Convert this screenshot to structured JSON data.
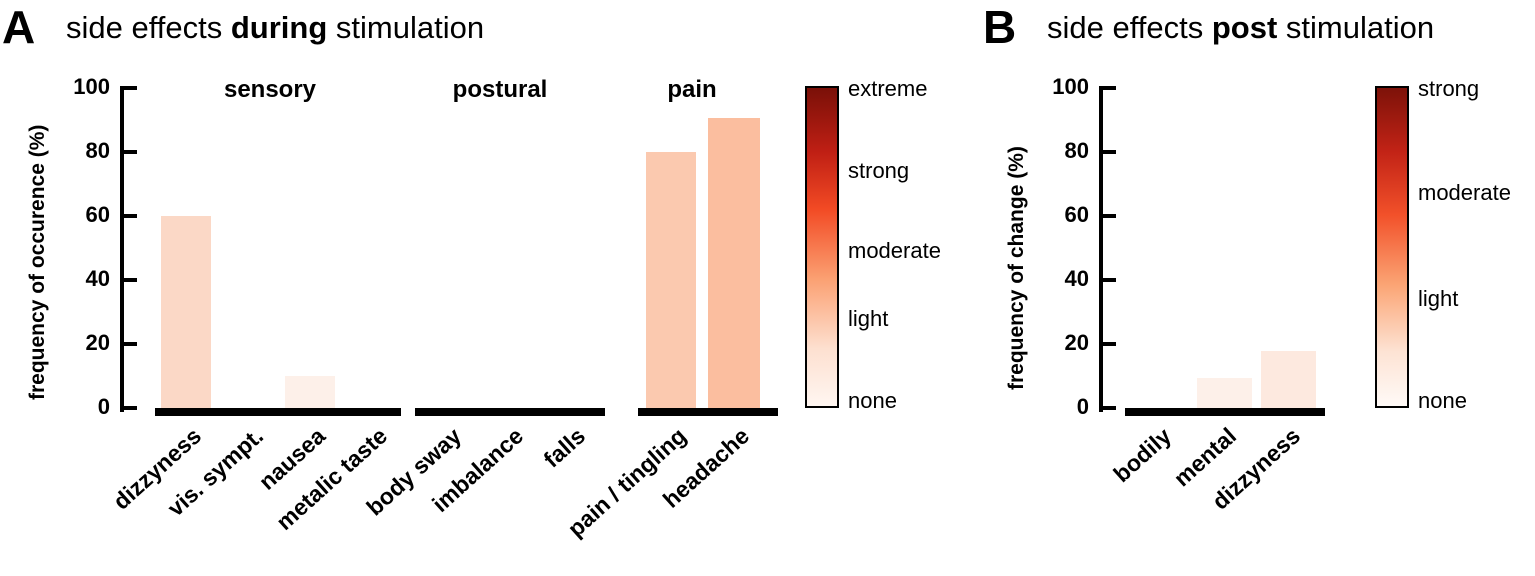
{
  "figure": {
    "background": "#ffffff",
    "bar_colors": {
      "none": "#ffffff",
      "very_light": "#fdf0e9",
      "light": "#fbd8c6",
      "light_plus": "#fbc9af",
      "moderate_light": "#fbbe9f"
    }
  },
  "panel_a": {
    "letter": "A",
    "title_pre": "side effects ",
    "title_bold": "during",
    "title_post": " stimulation",
    "y_axis_label": "frequency of occurence (%)",
    "y_ticks": [
      "0",
      "20",
      "40",
      "60",
      "80",
      "100"
    ],
    "groups": [
      {
        "name": "sensory",
        "header": "sensory"
      },
      {
        "name": "postural",
        "header": "postural"
      },
      {
        "name": "pain",
        "header": "pain"
      }
    ],
    "colorbar": {
      "name": "severity-colorbar-a",
      "labels": [
        "none",
        "light",
        "moderate",
        "strong",
        "extreme"
      ],
      "low_color": "#fff6f1",
      "high_color": "#7a1008"
    }
  },
  "panel_b": {
    "letter": "B",
    "title_pre": "side effects ",
    "title_bold": "post",
    "title_post": " stimulation",
    "y_axis_label": "frequency of change (%)",
    "y_ticks": [
      "0",
      "20",
      "40",
      "60",
      "80",
      "100"
    ],
    "colorbar": {
      "name": "severity-colorbar-b",
      "labels": [
        "none",
        "light",
        "moderate",
        "strong"
      ],
      "low_color": "#fffaf7",
      "high_color": "#7d1209"
    }
  },
  "chart_data": [
    {
      "type": "bar",
      "id": "panel-a",
      "title": "side effects during stimulation",
      "xlabel": "",
      "ylabel": "frequency of occurence (%)",
      "ylim": [
        0,
        100
      ],
      "yticks": [
        0,
        20,
        40,
        60,
        80,
        100
      ],
      "grid": false,
      "legend": "colorbar-right",
      "group_labels": [
        "sensory",
        "postural",
        "pain"
      ],
      "groups": [
        {
          "name": "sensory",
          "categories": [
            "dizzyness",
            "vis. sympt.",
            "nausea",
            "metalic taste"
          ],
          "values": [
            60,
            0,
            10,
            0
          ],
          "colors": [
            "#fbd8c6",
            "#ffffff",
            "#fdf0e9",
            "#ffffff"
          ]
        },
        {
          "name": "postural",
          "categories": [
            "body sway",
            "imbalance",
            "falls"
          ],
          "values": [
            0,
            0,
            0
          ],
          "colors": [
            "#ffffff",
            "#ffffff",
            "#ffffff"
          ]
        },
        {
          "name": "pain",
          "categories": [
            "pain / tingling",
            "headache"
          ],
          "values": [
            80,
            90.5
          ],
          "colors": [
            "#fbc9af",
            "#fbbe9f"
          ]
        }
      ],
      "categories": [
        "dizzyness",
        "vis. sympt.",
        "nausea",
        "metalic taste",
        "body sway",
        "imbalance",
        "falls",
        "pain / tingling",
        "headache"
      ],
      "values": [
        60,
        0,
        10,
        0,
        0,
        0,
        0,
        80,
        90.5
      ],
      "colorbar_labels": [
        "none",
        "light",
        "moderate",
        "strong",
        "extreme"
      ]
    },
    {
      "type": "bar",
      "id": "panel-b",
      "title": "side effects post stimulation",
      "xlabel": "",
      "ylabel": "frequency of change (%)",
      "ylim": [
        0,
        100
      ],
      "yticks": [
        0,
        20,
        40,
        60,
        80,
        100
      ],
      "grid": false,
      "legend": "colorbar-right",
      "categories": [
        "bodily",
        "mental",
        "dizzyness"
      ],
      "values": [
        0,
        9.5,
        17.8
      ],
      "colors": [
        "#ffffff",
        "#fdf0e9",
        "#fde9df"
      ],
      "colorbar_labels": [
        "none",
        "light",
        "moderate",
        "strong"
      ]
    }
  ]
}
